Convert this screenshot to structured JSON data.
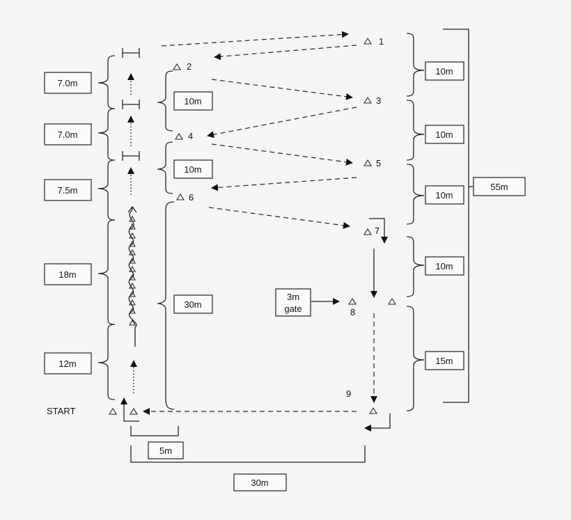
{
  "labels": {
    "start": "START",
    "gate_line1": "3m",
    "gate_line2": "gate"
  },
  "cones": {
    "c1": "1",
    "c2": "2",
    "c3": "3",
    "c4": "4",
    "c5": "5",
    "c6": "6",
    "c7": "7",
    "c8": "8",
    "c9": "9"
  },
  "distances": {
    "left_7_0_a": "7.0m",
    "left_7_0_b": "7.0m",
    "left_7_5": "7.5m",
    "left_18": "18m",
    "left_12": "12m",
    "mid_2_4": "10m",
    "mid_4_6": "10m",
    "mid_6_start": "30m",
    "right_1_3": "10m",
    "right_3_5": "10m",
    "right_5_7": "10m",
    "right_7_8": "10m",
    "right_8_9": "15m",
    "total_right": "55m",
    "bottom_5": "5m",
    "bottom_30": "30m"
  }
}
